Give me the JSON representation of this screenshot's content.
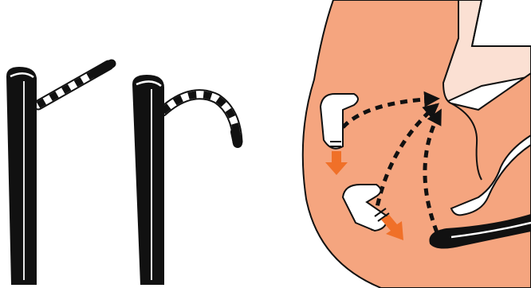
{
  "illustration": {
    "colors": {
      "background": "#ffffff",
      "stomach": "#f5a57f",
      "esophagus": "#fbe0d3",
      "outline": "#111111",
      "instrument": "#111111",
      "arrow": "#f07028"
    },
    "panels": [
      {
        "name": "endoscope-with-straight-probe-extended"
      },
      {
        "name": "endoscope-with-curved-probe-tip"
      },
      {
        "name": "stomach-cross-section-with-probe-paths"
      }
    ]
  }
}
